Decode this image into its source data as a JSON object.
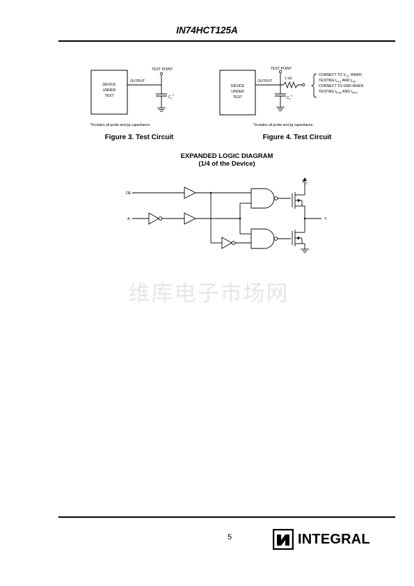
{
  "header": {
    "title": "IN74HCT125A"
  },
  "figure3": {
    "test_point": "TEST POINT",
    "output": "OUTPUT",
    "device_lines": [
      "DEVICE",
      "UNDER",
      "TEST"
    ],
    "cl_label": "C",
    "cl_sub": "L",
    "cl_star": "*",
    "footnote": "*Includes all probe and jig capacitance.",
    "caption": "Figure 3. Test Circuit"
  },
  "figure4": {
    "test_point": "TEST POINT",
    "output": "OUTPUT",
    "device_lines": [
      "DEVICE",
      "UNDER",
      "TEST"
    ],
    "resistor": "1 kΩ",
    "cl_label": "C",
    "cl_sub": "L",
    "cl_star": "*",
    "connect_lines": [
      {
        "text": "CONNECT TO V",
        "sub": "CC",
        "tail": " WHEN"
      },
      {
        "text": "TESTING t",
        "sub": "PLZ",
        "tail": " AND t",
        "sub2": "PZL",
        "tail2": "."
      },
      {
        "text": "CONNECT TO GND WHEN",
        "sub": "",
        "tail": ""
      },
      {
        "text": "TESTING t",
        "sub": "PHZ",
        "tail": " AND t",
        "sub2": "PZH",
        "tail2": ""
      }
    ],
    "footnote": "*Includes all probe and jig capacitance.",
    "caption": "Figure 4. Test Circuit"
  },
  "logic_diagram": {
    "heading": "EXPANDED LOGIC DIAGRAM",
    "subheading": "(1/4 of the Device)",
    "input_oe": "OE",
    "input_a": "A",
    "output_y": "Y",
    "vcc_label": "V",
    "vcc_sub": "CC"
  },
  "watermark": "维库电子市场网",
  "footer": {
    "page_number": "5",
    "brand": "INTEGRAL"
  }
}
